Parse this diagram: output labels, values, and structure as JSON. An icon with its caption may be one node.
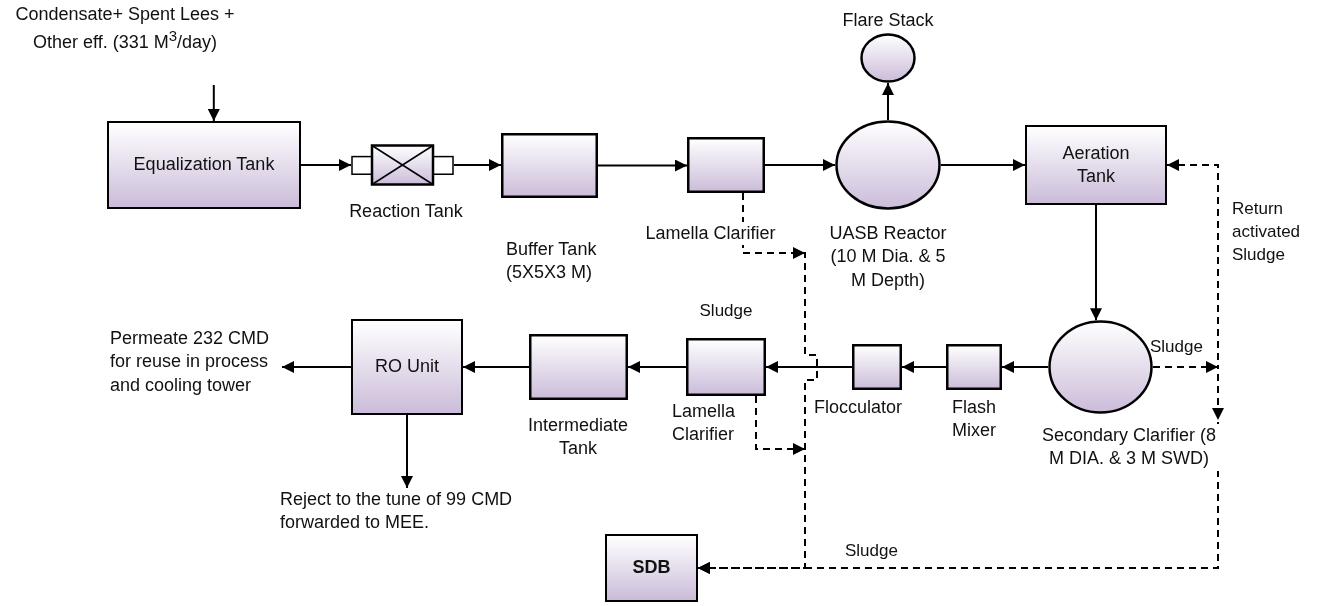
{
  "diagram": {
    "nodes": [
      {
        "text": [
          "Condensate+ Spent Lees + Other eff. (331 M$^{3}$/day)"
        ]
      },
      {
        "text": [
          "Equalization Tank"
        ]
      },
      {
        "text": [],
        "shape": "box",
        "beside": [
          "Reaction Tank"
        ]
      },
      {
        "text": [],
        "shape": "box",
        "beside": [
          "Buffer Tank (5X5X3 M)"
        ]
      },
      {
        "text": [],
        "shape": "box",
        "beside": [
          "Lamella Clarifier"
        ]
      },
      {
        "text": [],
        "shape": "circle",
        "beside": [
          "Flare Stack"
        ]
      },
      {
        "text": [],
        "shape": "circle",
        "beside": [
          "UASB Reactor (10 M Dia. & 5 M Depth)"
        ]
      },
      {
        "text": [
          "Aeration Tank"
        ]
      },
      {
        "text": [],
        "shape": "circle",
        "beside": [
          "Secondary Clarifier (8 M DIA. & 3 M SWD)"
        ]
      },
      {
        "text": [],
        "shape": "box",
        "beside": [
          "Flash Mixer"
        ]
      },
      {
        "text": [],
        "shape": "box",
        "beside": [
          "Flocculator"
        ]
      },
      {
        "text": [],
        "shape": "box",
        "beside": [
          "Lamella Clarifier"
        ]
      },
      {
        "text": [],
        "shape": "box",
        "beside": [
          "Intermediate Tank"
        ]
      },
      {
        "text": [
          "RO Unit"
        ]
      },
      {
        "text": [
          "Permeate 232 CMD for reuse in process and cooling tower"
        ]
      },
      {
        "text": [
          "Reject to the tune of 99 CMD forwarded to MEE."
        ]
      },
      {
        "text": [
          "SDB"
        ]
      }
    ],
    "edges": [
      {
        "from": 0,
        "to": 1,
        "arrow": "to"
      },
      {
        "from": 1,
        "to": 2,
        "arrow": "to"
      },
      {
        "from": 2,
        "to": 3,
        "arrow": "to"
      },
      {
        "from": 3,
        "to": 4,
        "arrow": "to"
      },
      {
        "from": 4,
        "to": 6,
        "arrow": "to"
      },
      {
        "from": 6,
        "to": 5,
        "arrow": "to"
      },
      {
        "from": 6,
        "to": 7,
        "arrow": "to"
      },
      {
        "from": 7,
        "to": 8,
        "arrow": "to"
      },
      {
        "from": 8,
        "to": 9,
        "arrow": "to"
      },
      {
        "from": 9,
        "to": 10,
        "arrow": "to"
      },
      {
        "from": 10,
        "to": 11,
        "arrow": "to"
      },
      {
        "from": 11,
        "to": 12,
        "arrow": "to"
      },
      {
        "from": 12,
        "to": 13,
        "arrow": "to"
      },
      {
        "from": 13,
        "to": 14,
        "arrow": "to"
      },
      {
        "from": 13,
        "to": 15,
        "arrow": "to"
      },
      {
        "from": 4,
        "to": 16,
        "arrow": "to",
        "style": "dashed"
      },
      {
        "from": 11,
        "to": 16,
        "arrow": "to",
        "style": "dashed"
      },
      {
        "from": 8,
        "to": 7,
        "arrow": "to",
        "style": "dashed"
      },
      {
        "from": 8,
        "to": 16,
        "arrow": "to",
        "style": "dashed"
      }
    ],
    "labels": [
      "Return activated Sludge",
      "Sludge",
      "Sludge",
      "Sludge"
    ]
  }
}
